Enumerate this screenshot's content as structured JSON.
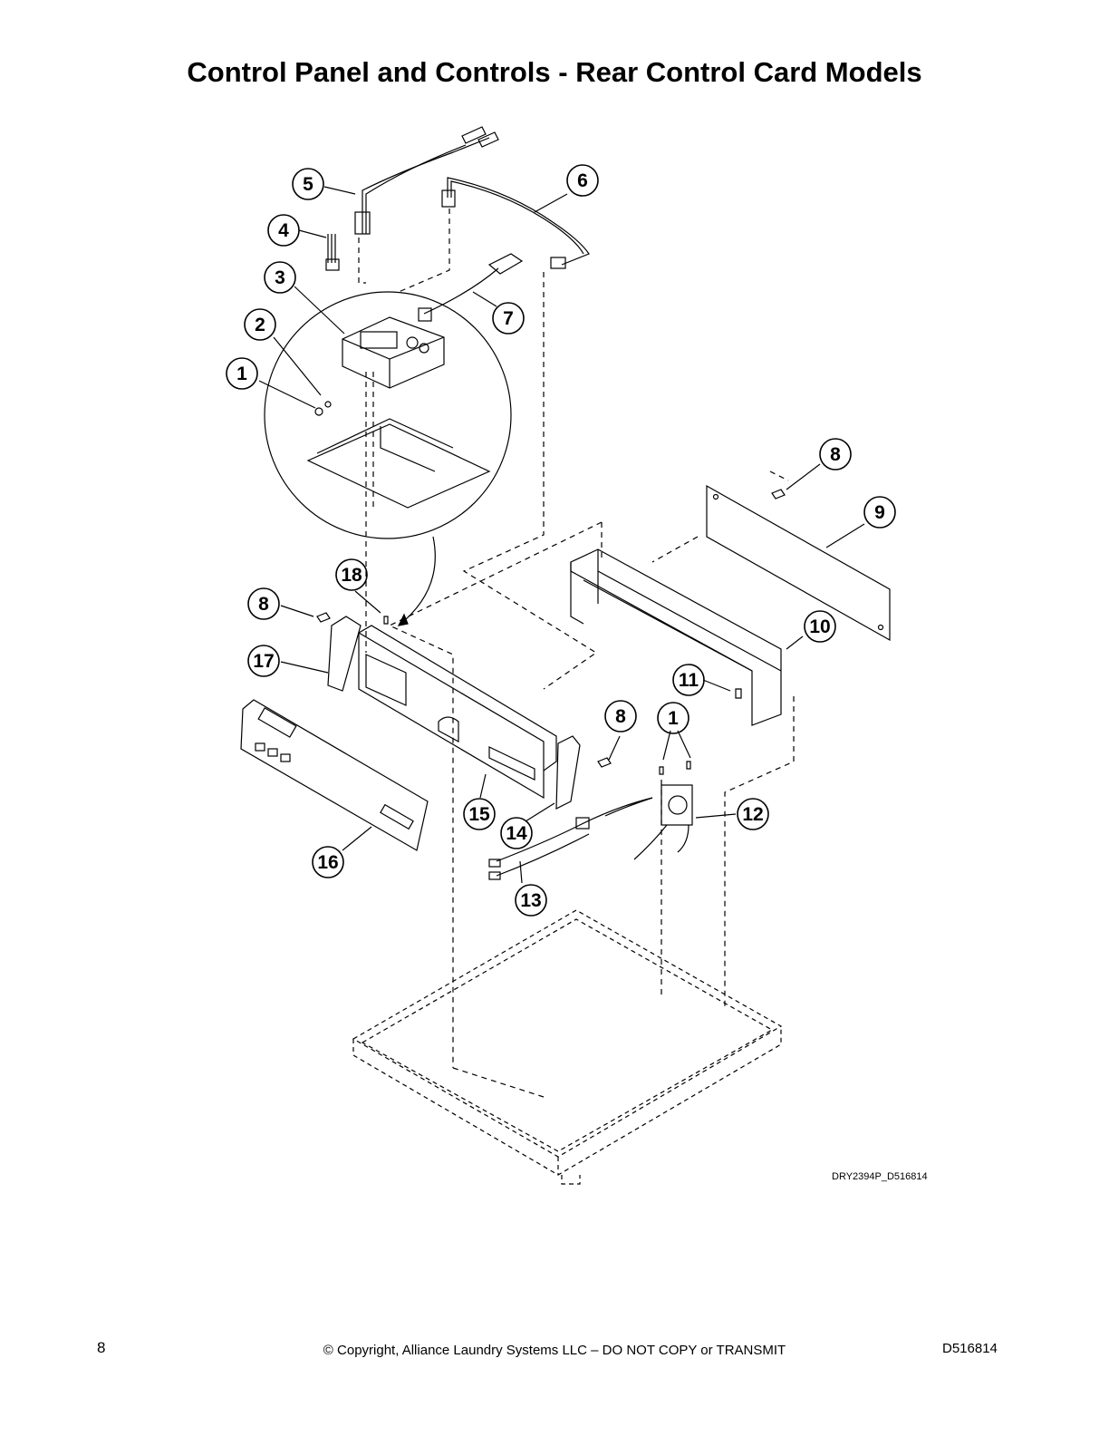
{
  "title": "Control Panel and Controls - Rear Control Card Models",
  "callouts": [
    "1",
    "2",
    "3",
    "4",
    "5",
    "6",
    "7",
    "8",
    "9",
    "10",
    "11",
    "12",
    "13",
    "14",
    "15",
    "16",
    "17",
    "18"
  ],
  "drawing_code": "DRY2394P_D516814",
  "footer": {
    "page_number": "8",
    "copyright": "© Copyright, Alliance Laundry Systems LLC – DO NOT COPY or TRANSMIT",
    "doc_id": "D516814"
  }
}
